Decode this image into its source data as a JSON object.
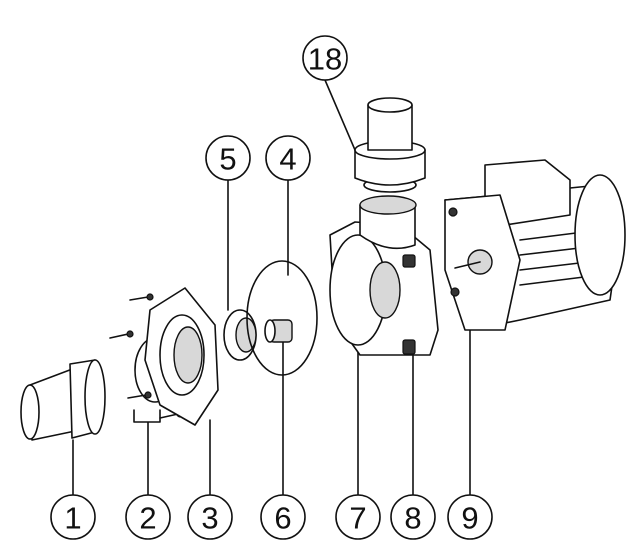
{
  "diagram": {
    "type": "exploded parts diagram",
    "callouts": [
      {
        "id": "1",
        "label": "1"
      },
      {
        "id": "2",
        "label": "2"
      },
      {
        "id": "3",
        "label": "3"
      },
      {
        "id": "4",
        "label": "4"
      },
      {
        "id": "5",
        "label": "5"
      },
      {
        "id": "6",
        "label": "6"
      },
      {
        "id": "7",
        "label": "7"
      },
      {
        "id": "8",
        "label": "8"
      },
      {
        "id": "9",
        "label": "9"
      },
      {
        "id": "18",
        "label": "18"
      }
    ]
  }
}
